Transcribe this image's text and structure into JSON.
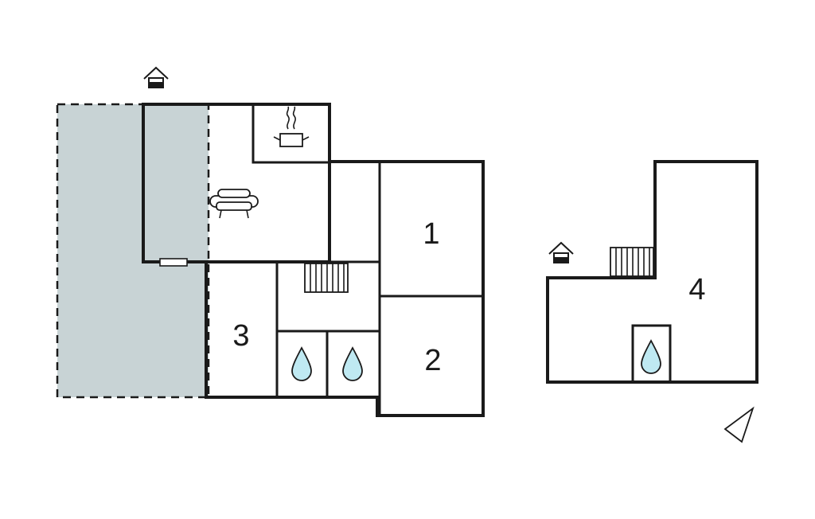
{
  "colors": {
    "wall": "#1a1a1a",
    "terrace_fill": "#c8d3d5",
    "water_drop": "#bfe9f2",
    "background": "#ffffff"
  },
  "rooms": [
    {
      "id": "room-1",
      "label": "1"
    },
    {
      "id": "room-2",
      "label": "2"
    },
    {
      "id": "room-3",
      "label": "3"
    },
    {
      "id": "room-4",
      "label": "4"
    }
  ],
  "icons": [
    "entrance-icon",
    "kitchen-pot-icon",
    "sofa-icon",
    "stairs-icon",
    "water-drop-icon",
    "compass-north-arrow-icon"
  ]
}
